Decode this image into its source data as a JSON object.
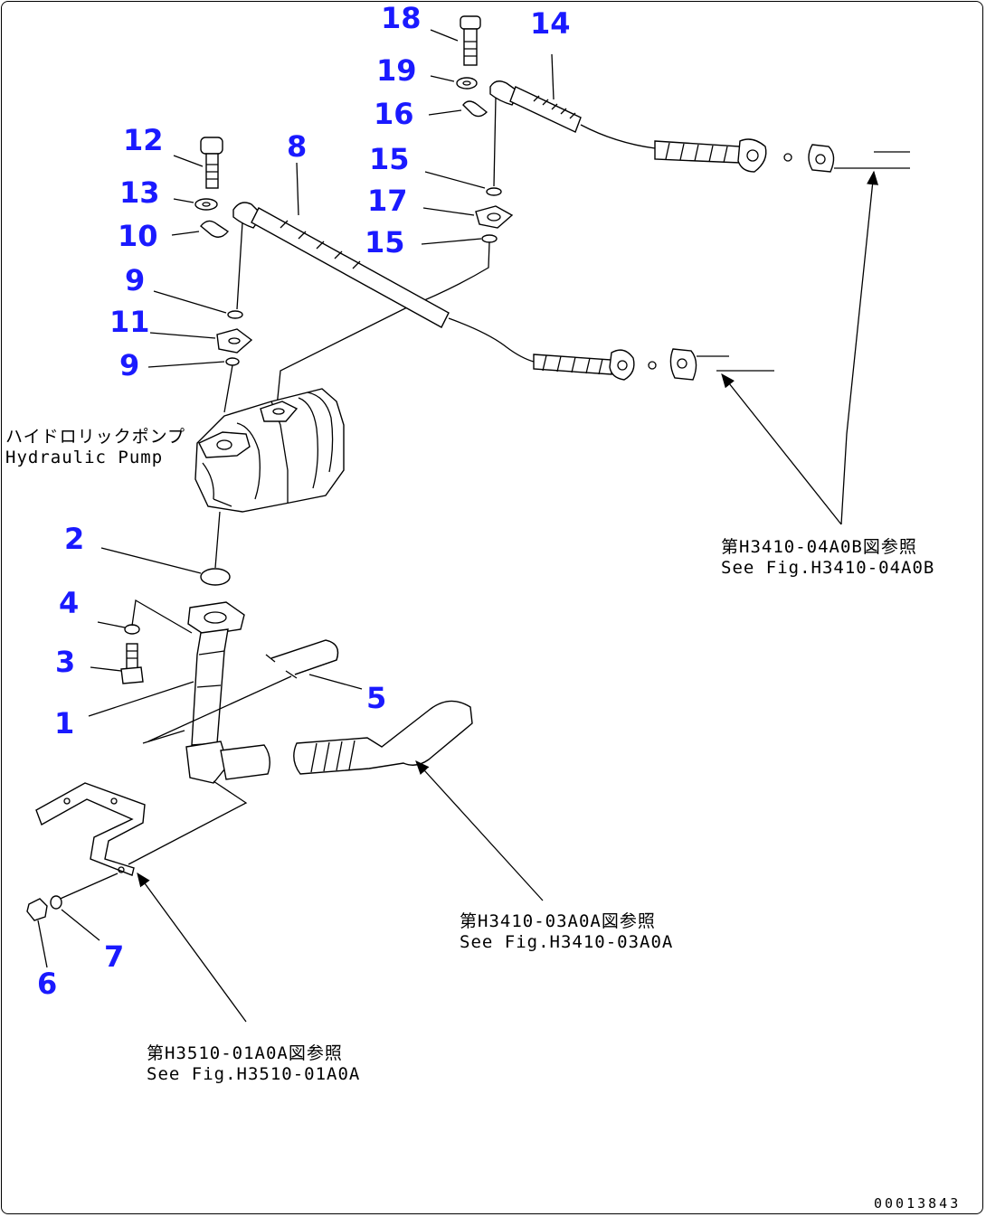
{
  "callouts": [
    {
      "id": "18",
      "label": "18"
    },
    {
      "id": "14",
      "label": "14"
    },
    {
      "id": "19",
      "label": "19"
    },
    {
      "id": "16",
      "label": "16"
    },
    {
      "id": "12",
      "label": "12"
    },
    {
      "id": "8",
      "label": "8"
    },
    {
      "id": "15a",
      "label": "15"
    },
    {
      "id": "13",
      "label": "13"
    },
    {
      "id": "17",
      "label": "17"
    },
    {
      "id": "10",
      "label": "10"
    },
    {
      "id": "15b",
      "label": "15"
    },
    {
      "id": "9a",
      "label": "9"
    },
    {
      "id": "11",
      "label": "11"
    },
    {
      "id": "9b",
      "label": "9"
    },
    {
      "id": "2",
      "label": "2"
    },
    {
      "id": "4",
      "label": "4"
    },
    {
      "id": "3",
      "label": "3"
    },
    {
      "id": "5",
      "label": "5"
    },
    {
      "id": "1",
      "label": "1"
    },
    {
      "id": "7",
      "label": "7"
    },
    {
      "id": "6",
      "label": "6"
    }
  ],
  "pump_label": {
    "jp": "ハイドロリックポンプ",
    "en": "Hydraulic Pump"
  },
  "ref_04a0b": {
    "jp": "第H3410-04A0B図参照",
    "en": "See Fig.H3410-04A0B"
  },
  "ref_03a0a": {
    "jp": "第H3410-03A0A図参照",
    "en": "See Fig.H3410-03A0A"
  },
  "ref_01a0a": {
    "jp": "第H3510-01A0A図参照",
    "en": "See Fig.H3510-01A0A"
  },
  "doc_id": "00013843",
  "colors": {
    "callout": "#1a1aff",
    "line": "#000000"
  }
}
